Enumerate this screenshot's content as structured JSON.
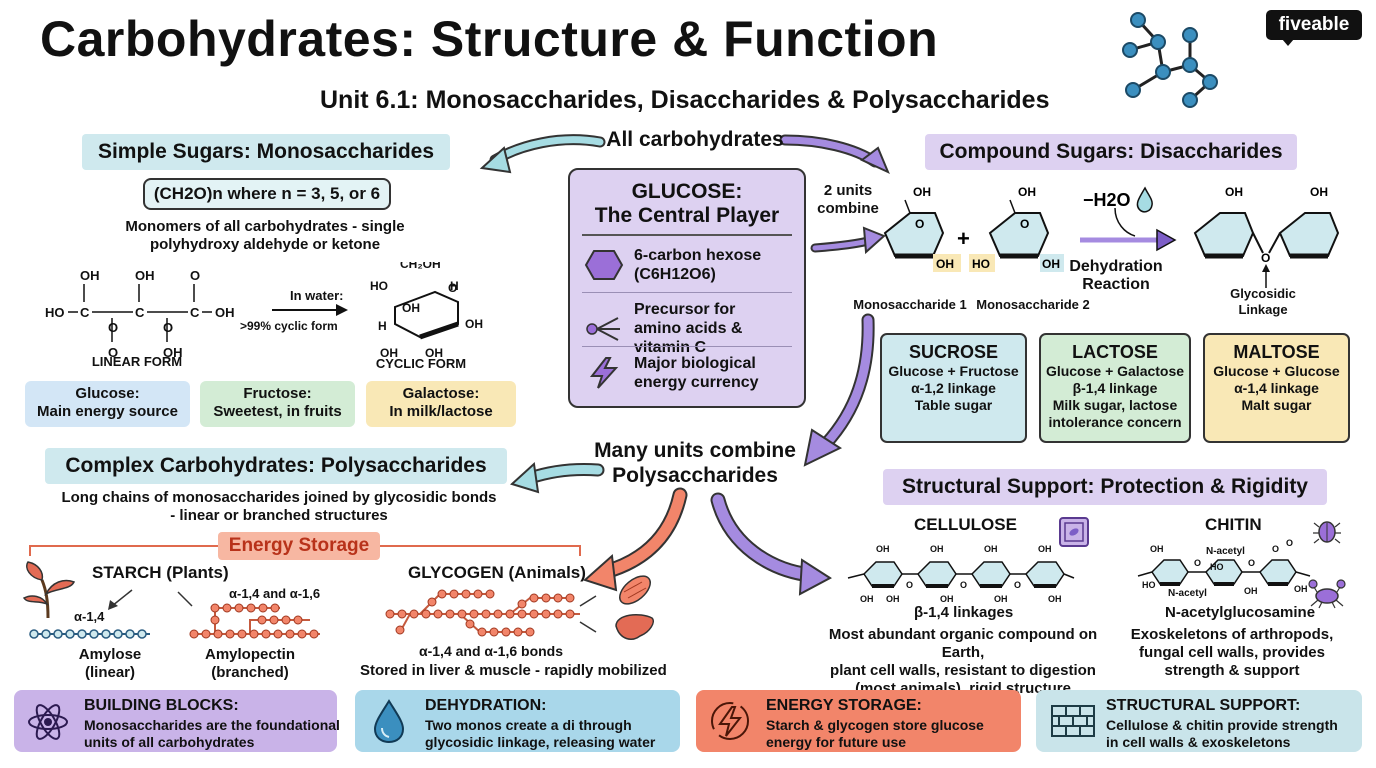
{
  "brand": "fiveable",
  "header": {
    "title": "Carbohydrates: Structure & Function",
    "subtitle": "Unit 6.1: Monosaccharides, Disaccharides & Polysaccharides"
  },
  "center": {
    "all_carbs": "All carbohydrates",
    "two_units": "2 units combine",
    "many_units": "Many units combine",
    "polysaccharides": "Polysaccharides",
    "glucose_title": "GLUCOSE:",
    "glucose_subtitle": "The Central Player",
    "glucose_points": [
      {
        "text": "6-carbon hexose",
        "formula": "(C6H12O6)"
      },
      {
        "text": "Precursor for amino acids & vitamin C"
      },
      {
        "text": "Major biological energy currency"
      }
    ]
  },
  "mono": {
    "heading": "Simple Sugars: Monosaccharides",
    "formula": "(CH2O)n where n = 3, 5, or 6",
    "desc": "Monomers of all carbohydrates - single polyhydroxy aldehyde or ketone",
    "in_water": "In water:",
    "cyclic_pct": ">99% cyclic form",
    "linear_label": "LINEAR FORM",
    "cyclic_label": "CYCLIC FORM",
    "sugars": [
      {
        "name": "Glucose:",
        "desc": "Main energy source",
        "color": "#d3e6f6"
      },
      {
        "name": "Fructose:",
        "desc": "Sweetest, in fruits",
        "color": "#d3ecd5"
      },
      {
        "name": "Galactose:",
        "desc": "In milk/lactose",
        "color": "#f9e8b6"
      }
    ]
  },
  "di": {
    "heading": "Compound Sugars: Disaccharides",
    "water": "−H2O",
    "reaction": "Dehydration Reaction",
    "mono1": "Monosaccharide 1",
    "mono2": "Monosaccharide 2",
    "linkage": "Glycosidic Linkage",
    "cards": [
      {
        "name": "SUCROSE",
        "l1": "Glucose + Fructose",
        "l2": "α-1,2 linkage",
        "l3": "Table sugar",
        "l4": "",
        "color": "#cfe9ee"
      },
      {
        "name": "LACTOSE",
        "l1": "Glucose + Galactose",
        "l2": "β-1,4 linkage",
        "l3": "Milk sugar, lactose",
        "l4": "intolerance concern",
        "color": "#d3ecd5"
      },
      {
        "name": "MALTOSE",
        "l1": "Glucose + Glucose",
        "l2": "α-1,4 linkage",
        "l3": "Malt sugar",
        "l4": "",
        "color": "#f9e8b6"
      }
    ]
  },
  "poly": {
    "heading": "Complex Carbohydrates: Polysaccharides",
    "desc1": "Long chains of monosaccharides joined by glycosidic bonds",
    "desc2": "- linear or branched structures",
    "energy_storage": "Energy Storage",
    "starch": "STARCH (Plants)",
    "a14": "α-1,4",
    "a14_16": "α-1,4 and α-1,6",
    "amylose": "Amylose",
    "amylose_sub": "(linear)",
    "amylopectin": "Amylopectin",
    "amylopectin_sub": "(branched)",
    "glycogen": "GLYCOGEN (Animals)",
    "glycogen_bonds": "α-1,4 and α-1,6 bonds",
    "glycogen_store": "Stored in liver & muscle - rapidly mobilized"
  },
  "structural": {
    "heading": "Structural Support: Protection & Rigidity",
    "cellulose": "CELLULOSE",
    "cellulose_link": "β-1,4 linkages",
    "cellulose_desc": [
      "Most abundant organic compound on Earth,",
      "plant cell walls, resistant to digestion",
      "(most animals), rigid structure"
    ],
    "chitin": "CHITIN",
    "chitin_sub": "N-acetylglucosamine",
    "chitin_desc": [
      "Exoskeletons of arthropods,",
      "fungal cell walls, provides",
      "strength & support"
    ],
    "n_acetyl": "N-acetyl"
  },
  "bottom": [
    {
      "title": "BUILDING BLOCKS:",
      "l1": "Monosaccharides are the foundational",
      "l2": "units of all carbohydrates",
      "color": "#c9b3e8",
      "icon": "atom-icon"
    },
    {
      "title": "DEHYDRATION:",
      "l1": "Two monos create a di through",
      "l2": "glycosidic linkage, releasing water",
      "color": "#a9d7ea",
      "icon": "water-drop-icon"
    },
    {
      "title": "ENERGY STORAGE:",
      "l1": "Starch & glycogen store glucose",
      "l2": "energy for future use",
      "color": "#f2856a",
      "icon": "lightning-icon"
    },
    {
      "title": "STRUCTURAL SUPPORT:",
      "l1": "Cellulose & chitin provide strength",
      "l2": "in cell walls & exoskeletons",
      "color": "#c9e4ea",
      "icon": "brick-wall-icon"
    }
  ]
}
